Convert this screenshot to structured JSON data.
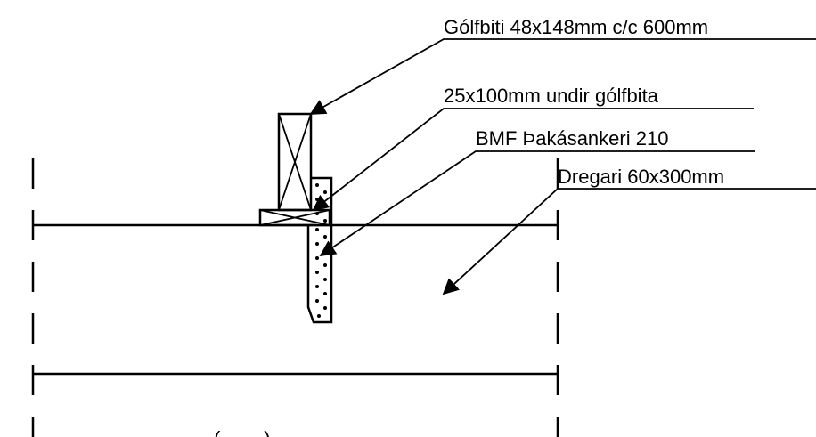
{
  "callouts": {
    "floor_joist": "Gólfbiti 48x148mm c/c 600mm",
    "under_joist_board": "25x100mm undir gólfbita",
    "roof_anchor": "BMF Þakásankeri 210",
    "beam": "Dregari 60x300mm"
  },
  "bottom_text": "( ...... )",
  "colors": {
    "line": "#000000",
    "background": "#ffffff"
  }
}
